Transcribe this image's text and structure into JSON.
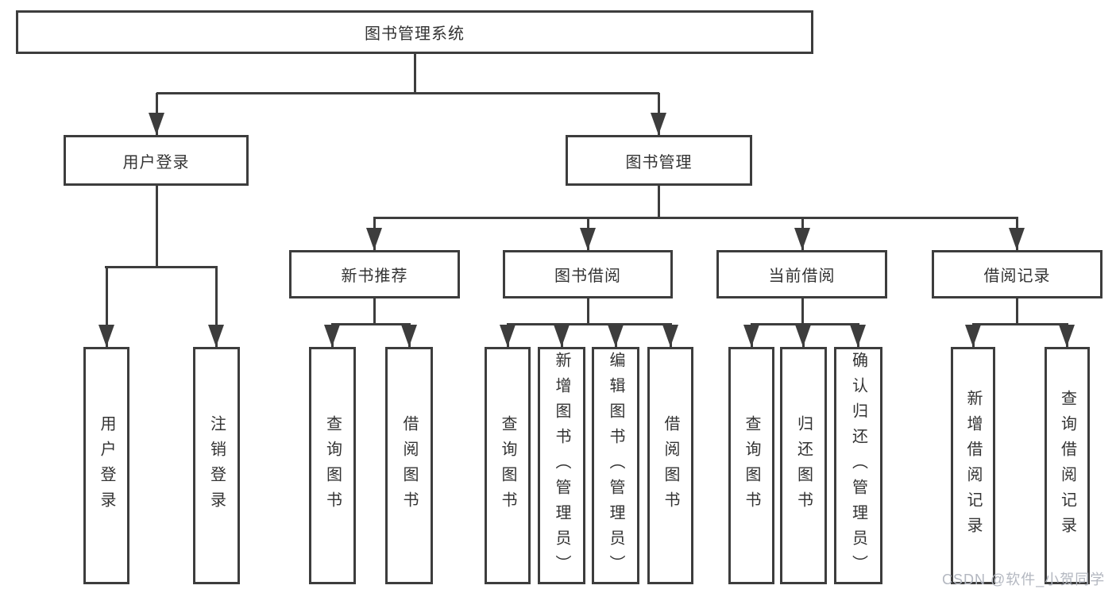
{
  "colors": {
    "line": "#3d3d3d",
    "box_border": "#3d3d3d",
    "text": "#333333",
    "background": "#ffffff",
    "watermark": "#b3b7c0"
  },
  "watermark": {
    "text": "CSDN @软件_小贺同学"
  },
  "tree": {
    "root": {
      "label": "图书管理系统"
    },
    "branches": [
      {
        "label": "用户登录",
        "children": [
          {
            "label": "用户登录"
          },
          {
            "label": "注销登录"
          }
        ]
      },
      {
        "label": "图书管理",
        "children": [
          {
            "label": "新书推荐",
            "children": [
              {
                "label": "查询图书"
              },
              {
                "label": "借阅图书"
              }
            ]
          },
          {
            "label": "图书借阅",
            "children": [
              {
                "label": "查询图书"
              },
              {
                "label": "新增图书（管理员）"
              },
              {
                "label": "编辑图书（管理员）"
              },
              {
                "label": "借阅图书"
              }
            ]
          },
          {
            "label": "当前借阅",
            "children": [
              {
                "label": "查询图书"
              },
              {
                "label": "归还图书"
              },
              {
                "label": "确认归还（管理员）"
              }
            ]
          },
          {
            "label": "借阅记录",
            "children": [
              {
                "label": "新增借阅记录"
              },
              {
                "label": "查询借阅记录"
              }
            ]
          }
        ]
      }
    ]
  }
}
